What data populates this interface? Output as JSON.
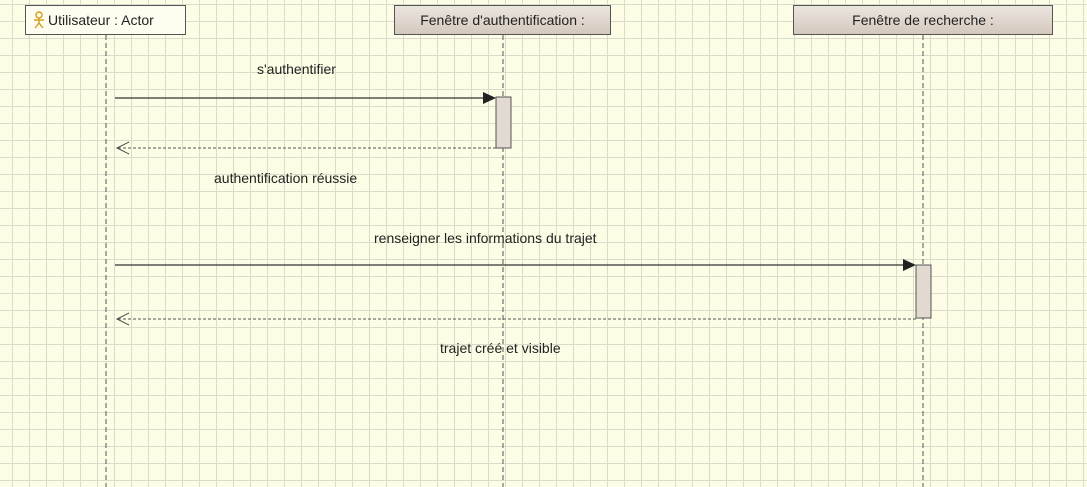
{
  "lifelines": {
    "actor": {
      "label": "Utilisateur : Actor",
      "icon": "actor-icon"
    },
    "auth_window": {
      "label": "Fenêtre d'authentification :"
    },
    "search_window": {
      "label": "Fenêtre de recherche :"
    }
  },
  "messages": [
    {
      "label": "s'authentifier",
      "kind": "sync",
      "from": "actor",
      "to": "auth_window"
    },
    {
      "label": "authentification réussie",
      "kind": "return",
      "from": "auth_window",
      "to": "actor"
    },
    {
      "label": "renseigner les informations du trajet",
      "kind": "sync",
      "from": "actor",
      "to": "search_window"
    },
    {
      "label": "trajet créé et visible",
      "kind": "return",
      "from": "search_window",
      "to": "actor"
    }
  ],
  "colors": {
    "background": "#fdfde6",
    "grid": "#d9dccb",
    "line": "#333333",
    "activation_fill": "#e2d9d0",
    "actor_icon": "#d49a1a"
  }
}
